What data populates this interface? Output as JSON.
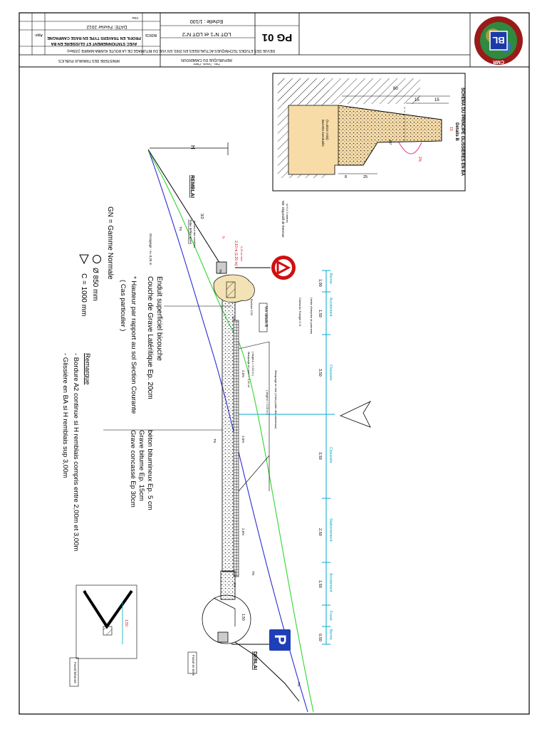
{
  "title_block": {
    "drawing_number": "PG 01",
    "scale": "Echelle : 1/100",
    "lots": "LOT N°1 et LOT N°2",
    "date_label": "DATE: Février 2012",
    "indice": "INDICE",
    "app": "Appr.",
    "visa": "Visa",
    "drawing_title_1": "PROFIL EN TRAVERS TYPE EN RASE CAMPAGNE",
    "drawing_title_2": "AVEC STATIONNEMENT ET GLISSIERE EN BA",
    "project": "REVUE DES ETUDES TECHNIQUES ACTUALISEES EN 2003, EN VUE DU BITUMAGE DE LA ROUTE KUMBA-MAMFE (155km)",
    "country": "REPUBLIQUE DU CAMEROUN",
    "motto": "Paix - Travail - Patrie",
    "ministry": "MINISTERE DES TRAVAUX PUBLICS",
    "logo_text": "CMR",
    "logo_letters": "BL"
  },
  "detail_b": {
    "title": "Détails B",
    "subtitle": "SCHEMA DU PRINCIPE GLISSIERES EN BA",
    "dim_80": "80",
    "dim_15a": "15",
    "dim_15b": "15",
    "dim_15c": "15",
    "dim_8": "8",
    "dim_25": "25",
    "angle_45": "45°",
    "slope_2": "2%",
    "barrier_note_1": "Barrette éventuelle",
    "barrier_note_2": "(h=40cm mini)"
  },
  "cross_section": {
    "remblai": "REMBLAI",
    "deblai": "DEBLAI",
    "h_label": "H",
    "slope_3_2": "3/2",
    "tn_1": "TN",
    "tn_2": "TN",
    "tn_3": "TN",
    "tn_4": "TN",
    "tn_5": "TN",
    "talus_note_1": "Talus défini après",
    "talus_note_2": "le calcul des remblais",
    "decapage": "Décapage : e= 0,25 m",
    "width_210": "2,10 m (1,20 m) *",
    "h_mark": "h",
    "dist_025": "0,25 m mini",
    "nb_dispositif": "NB: Dispositif de Retenue",
    "nb_dispositif_2": "si H ≥ 3 mètres",
    "limite_emprise": "Limite d'emprise du panneau",
    "caniveau": "Caniveau Triangle C.N",
    "bordure": "Bordure CS2",
    "voir_detail": "Voir détails B",
    "pct_4a": "4%",
    "pct_25a": "2,5%",
    "pct_25b": "2,5%",
    "pct_25c": "2,5%",
    "pct_4b": "4%",
    "marquage_1": "Marquage en rive (4 fois partie des caniveaux)",
    "marquage_2": "( largeur = 0,15 m )",
    "marquage_axe_1": "Marquage en axe l = 0,10 m",
    "marquage_axe_2": "( largeur = 0,10 m )",
    "dim_150": "1,50",
    "fosse_terre": "Fossé en terre",
    "fosse_betonne": "Fossé bétonné",
    "dim_150_fosse": "1,50",
    "parking_letter": "P"
  },
  "dimension_strip": {
    "values": [
      "1,00",
      "1,50",
      "3,50",
      "3,50",
      "2,50",
      "1,50",
      "0,50"
    ],
    "labels": [
      "Berme",
      "Accotement",
      "Chaussée",
      "Chaussée",
      "Stationnement",
      "Accotement",
      "Fossé",
      "Berme"
    ]
  },
  "layers_left": {
    "line_1": "Enduit superficiel bicouche",
    "line_2": "Couche de Grave Latéritique Ep. 20cm"
  },
  "layers_right": {
    "line_1": "béton bitumineux Ep. 5 cm",
    "line_2": "Grave bitume Ep. 15cm",
    "line_3": "Grave concassé Ep 30cm"
  },
  "legend": {
    "line_1": "* Hauteur par rapport au sol Section Courante",
    "line_2": "( Cas particulier )",
    "line_3": "GN = Gamme Normale",
    "line_4": "Ø    850 mm",
    "line_5": "C = 1000 mm"
  },
  "remarks": {
    "title": "Remarque",
    "line_1": "- Bordure A2 continue si H remblais compris entre 2,00m et 3,00m",
    "line_2": "- Glissière en BA si H remblais sup 3,00m"
  },
  "colors": {
    "green_line": "#2fd62f",
    "blue_line": "#2b2bd6",
    "cyan_dim": "#00a8c8",
    "logo_red": "#9a1a1a",
    "logo_blue": "#1a3aa8",
    "sign_red": "#d01010",
    "parking_blue": "#1f3fb8"
  }
}
